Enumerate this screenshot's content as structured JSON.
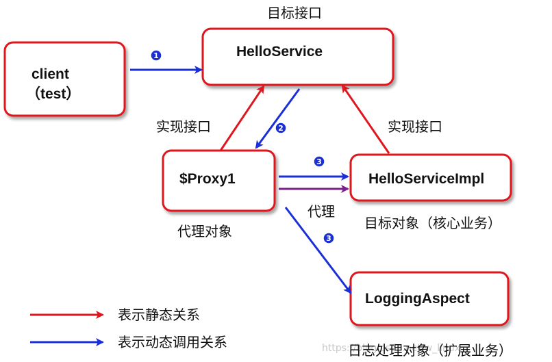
{
  "boxes": {
    "client": {
      "line1": "client",
      "line2": "（test）"
    },
    "hello_service": {
      "label": "HelloService"
    },
    "proxy": {
      "label": "$Proxy1"
    },
    "impl": {
      "label": "HelloServiceImpl"
    },
    "logging": {
      "label": "LoggingAspect"
    }
  },
  "captions": {
    "target_interface": "目标接口",
    "implements_left": "实现接口",
    "implements_right": "实现接口",
    "proxy_object": "代理对象",
    "proxy_edge": "代理",
    "target_object": "目标对象（核心业务）",
    "log_object": "日志处理对象（扩展业务）"
  },
  "badges": {
    "step1": "1",
    "step2": "2",
    "step3a": "3",
    "step3b": "3"
  },
  "legend": {
    "static_relation": "表示静态关系",
    "dynamic_call": "表示动态调用关系"
  },
  "watermark": "https://blog.csdn.net/w_linux",
  "colors": {
    "box_border": "#e0161e",
    "static_arrow": "#e0161e",
    "dynamic_arrow": "#1a2fd6",
    "proxy_arrow": "#7a1f8c",
    "badge_fill": "#1a2fd6"
  }
}
